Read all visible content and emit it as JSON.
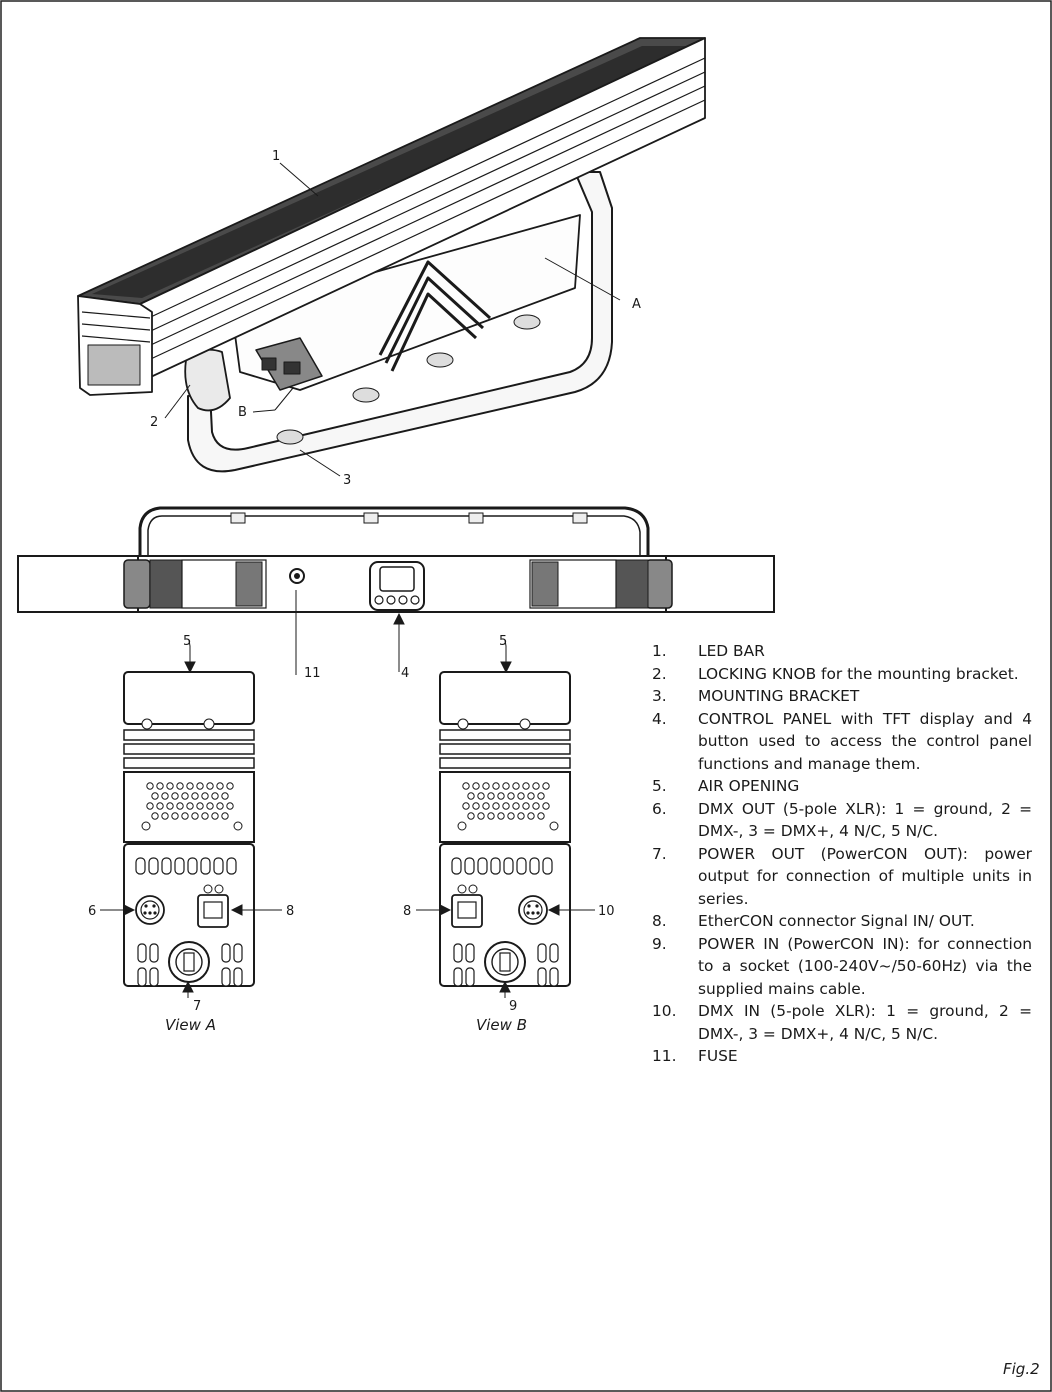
{
  "legend": [
    {
      "num": "1.",
      "text": "LED BAR"
    },
    {
      "num": "2.",
      "text": "LOCKING KNOB for the mounting bracket."
    },
    {
      "num": "3.",
      "text": "MOUNTING BRACKET"
    },
    {
      "num": "4.",
      "text": "CONTROL PANEL with TFT display and 4 button used to access the control panel functions and manage them."
    },
    {
      "num": "5.",
      "text": "AIR OPENING"
    },
    {
      "num": "6.",
      "text": "DMX OUT (5-pole XLR): 1 = ground, 2 = DMX-, 3 = DMX+, 4 N/C, 5 N/C."
    },
    {
      "num": "7.",
      "text": "POWER OUT (PowerCON OUT): power output for connection of multiple units in series."
    },
    {
      "num": "8.",
      "text": "EtherCON connector Signal IN/ OUT."
    },
    {
      "num": "9.",
      "text": "POWER IN (PowerCON IN): for connection to a socket (100-240V~/50-60Hz) via the supplied mains cable."
    },
    {
      "num": "10.",
      "text": "DMX IN (5-pole XLR): 1 = ground, 2 = DMX-, 3 = DMX+, 4 N/C, 5 N/C."
    },
    {
      "num": "11.",
      "text": "FUSE"
    }
  ],
  "callouts": {
    "c1": "1",
    "cA": "A",
    "c2": "2",
    "cB": "B",
    "c3": "3",
    "c5a": "5",
    "c11": "11",
    "c4": "4",
    "c5b": "5",
    "c6": "6",
    "c8a": "8",
    "c7": "7",
    "c8b": "8",
    "c10": "10",
    "c9": "9"
  },
  "views": {
    "a": "View A",
    "b": "View B"
  },
  "figure_label": "Fig.2"
}
